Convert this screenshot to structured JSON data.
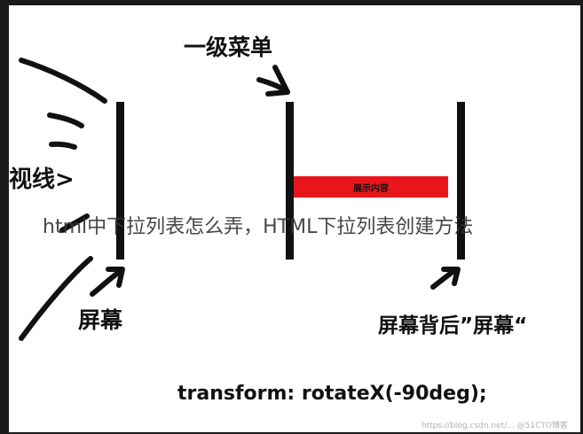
{
  "labels": {
    "level1_menu": "一级菜单",
    "line_of_sight": "视线>",
    "screen": "屏幕",
    "behind_screen": "屏幕背后”屏幕“",
    "hidden_content": "展示内容",
    "code": "transform: rotateX(-90deg);",
    "overlay_title": "html中下拉列表怎么弄，HTML下拉列表创建方法",
    "watermark": "https://blog.csdn.net/... @51CTO博客"
  },
  "colors": {
    "ink": "#111111",
    "hidden_bar": "#e8161b",
    "background": "#ffffff",
    "frame": "#1a1a1a"
  }
}
